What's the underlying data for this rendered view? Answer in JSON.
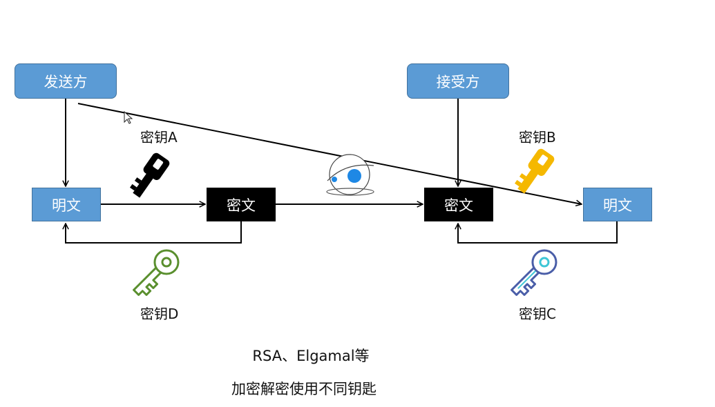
{
  "diagram": {
    "sender": "发送方",
    "receiver": "接受方",
    "plaintext_left": "明文",
    "ciphertext_left": "密文",
    "ciphertext_right": "密文",
    "plaintext_right": "明文",
    "key_a": "密钥A",
    "key_b": "密钥B",
    "key_c": "密钥C",
    "key_d": "密钥D",
    "note_algorithms": "RSA、Elgamal等",
    "note_description": "加密解密使用不同钥匙"
  },
  "colors": {
    "box_blue": "#5b9bd5",
    "box_border": "#41719c",
    "cipher_black": "#000000",
    "key_a": "#000000",
    "key_b": "#f5b800",
    "key_c": "#4a5ea8",
    "key_c_accent": "#3ec6d6",
    "key_d": "#5a8f2e",
    "network_blue": "#1e88e5"
  }
}
